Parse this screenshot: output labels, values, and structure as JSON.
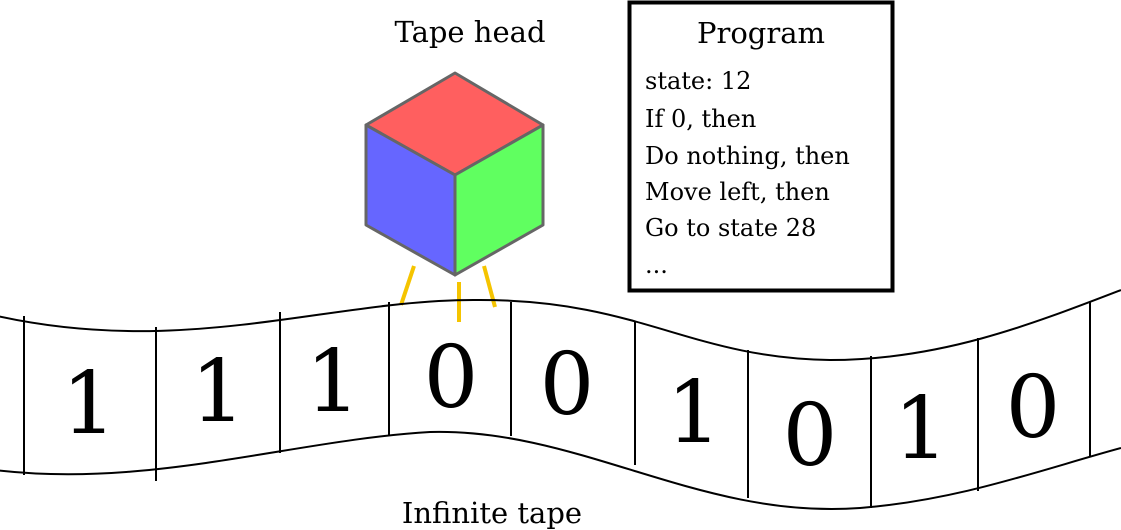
{
  "head": {
    "label": "Tape head",
    "face_colors": {
      "top": "#ff5f5f",
      "left": "#6666ff",
      "right": "#60ff60"
    },
    "edge_color": "#666666",
    "signal_color": "#f5c400"
  },
  "program": {
    "title": "Program",
    "lines": [
      "state: 12",
      "If 0, then",
      "Do nothing, then",
      "Move left, then",
      "Go to state 28",
      "..."
    ]
  },
  "tape": {
    "label": "Infinite tape",
    "cells": [
      "1",
      "1",
      "1",
      "0",
      "0",
      "1",
      "0",
      "1",
      "0"
    ],
    "head_index": 3
  }
}
